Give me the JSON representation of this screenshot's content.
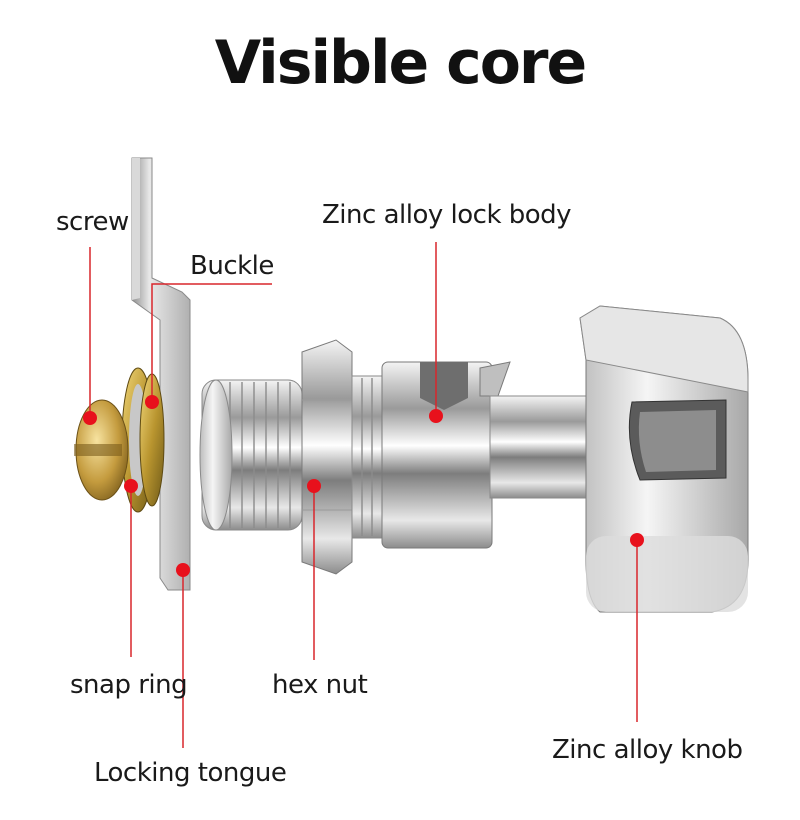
{
  "title": "Visible core",
  "labels": {
    "screw": "screw",
    "buckle": "Buckle",
    "lock_body": "Zinc alloy lock body",
    "snap_ring": "snap ring",
    "hex_nut": "hex nut",
    "locking_tongue": "Locking tongue",
    "knob": "Zinc alloy knob"
  },
  "colors": {
    "leader_line": "#d9262c",
    "marker": "#e8111c"
  }
}
